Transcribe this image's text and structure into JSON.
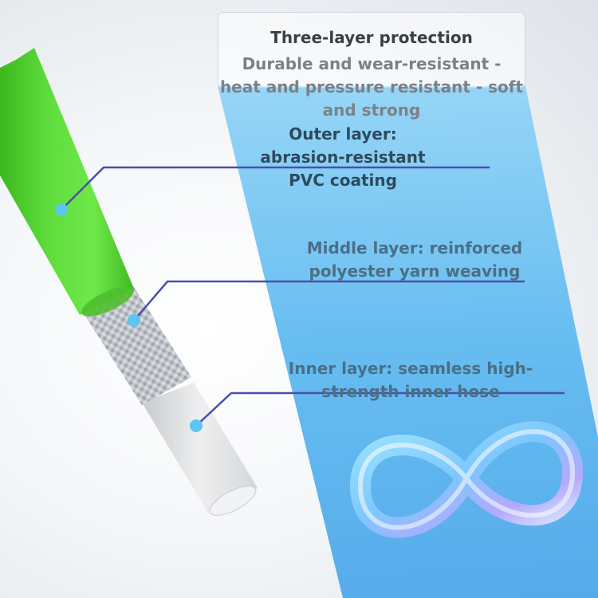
{
  "header": {
    "title": "Three-layer protection",
    "subtitle": "Durable and wear-resistant - heat and pressure resistant - soft and strong"
  },
  "callouts": [
    {
      "label": "Outer layer: abrasion-resistant PVC coating"
    },
    {
      "label": "Middle layer: reinforced polyester yarn weaving"
    },
    {
      "label": "Inner layer: seamless high-strength inner hose"
    }
  ],
  "colors": {
    "panel_blue": "#5ab8f0",
    "hose_green": "#5bd63a",
    "braid_silver": "#c9ccd1",
    "inner_hose": "#e4e6e9",
    "leader_line": "#4b4fae",
    "callout_dot": "#5cc6f2"
  },
  "icons": {
    "decoration": "infinity-icon"
  }
}
